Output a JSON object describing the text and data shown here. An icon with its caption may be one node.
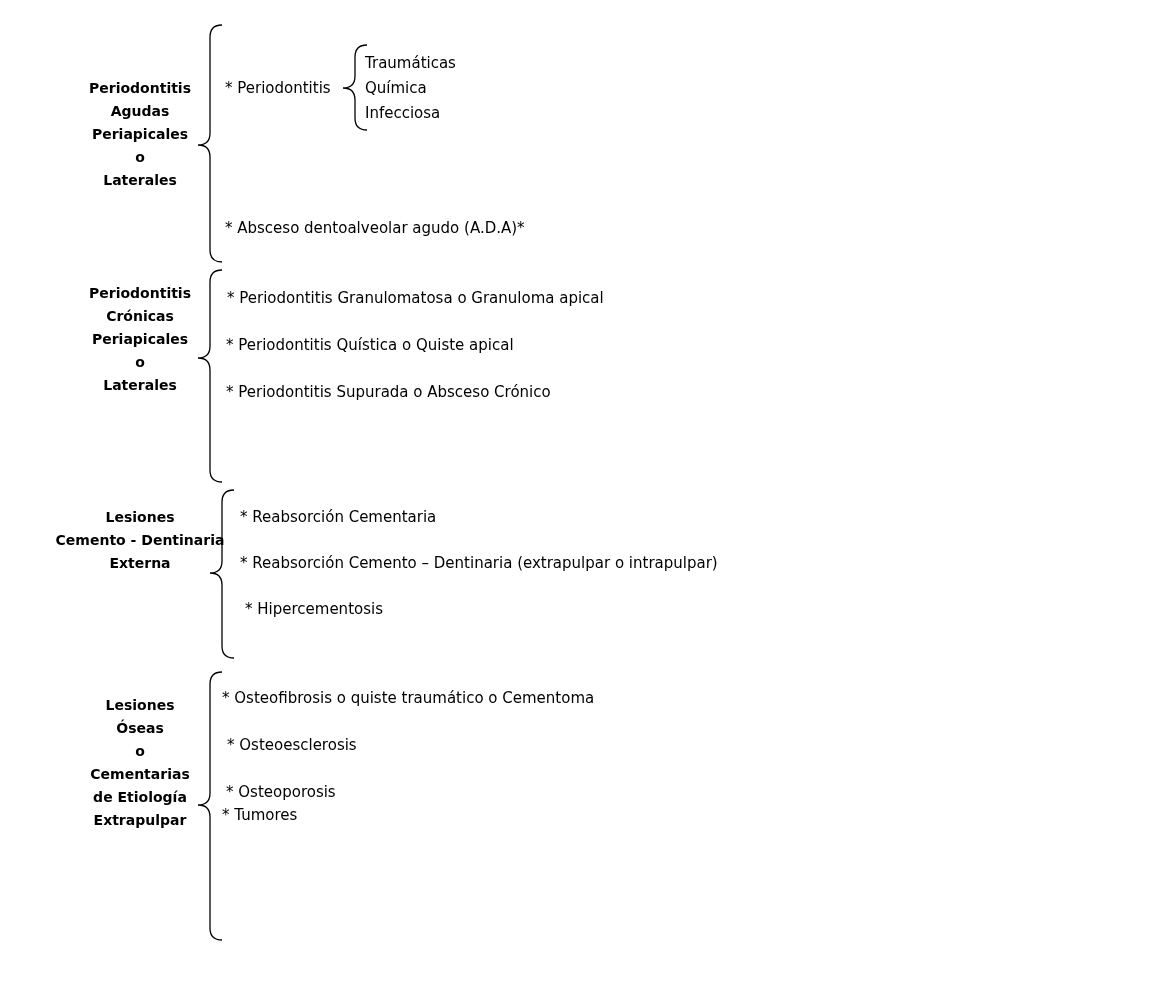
{
  "diagram": {
    "labels": [
      "Periodontitis Agudas Periapicales o Laterales",
      "* Periodontitis",
      "Traumáticas",
      "Química",
      "Infecciosa",
      "* Absceso dentoalveolar agudo (A.D.A)*",
      "Periodontitis Crónicas Periapicales o Laterales",
      "* Periodontitis Granulomatosa o Granuloma apical",
      "* Periodontitis Quística o Quiste apical",
      "* Periodontitis Supurada o Absceso Crónico",
      "Lesiones Cemento - Dentinaria Externa",
      "* Reabsorción Cementaria",
      "* Reabsorción Cemento – Dentinaria (extrapulpar o intrapulpar)",
      "* Hipercementosis",
      "Lesiones Óseas o Cementarias de Etiología Extrapulpar",
      "* Osteofibrosis o quiste traumático o Cementoma",
      "* Osteoesclerosis",
      "* Osteoporosis",
      "* Tumores"
    ]
  }
}
